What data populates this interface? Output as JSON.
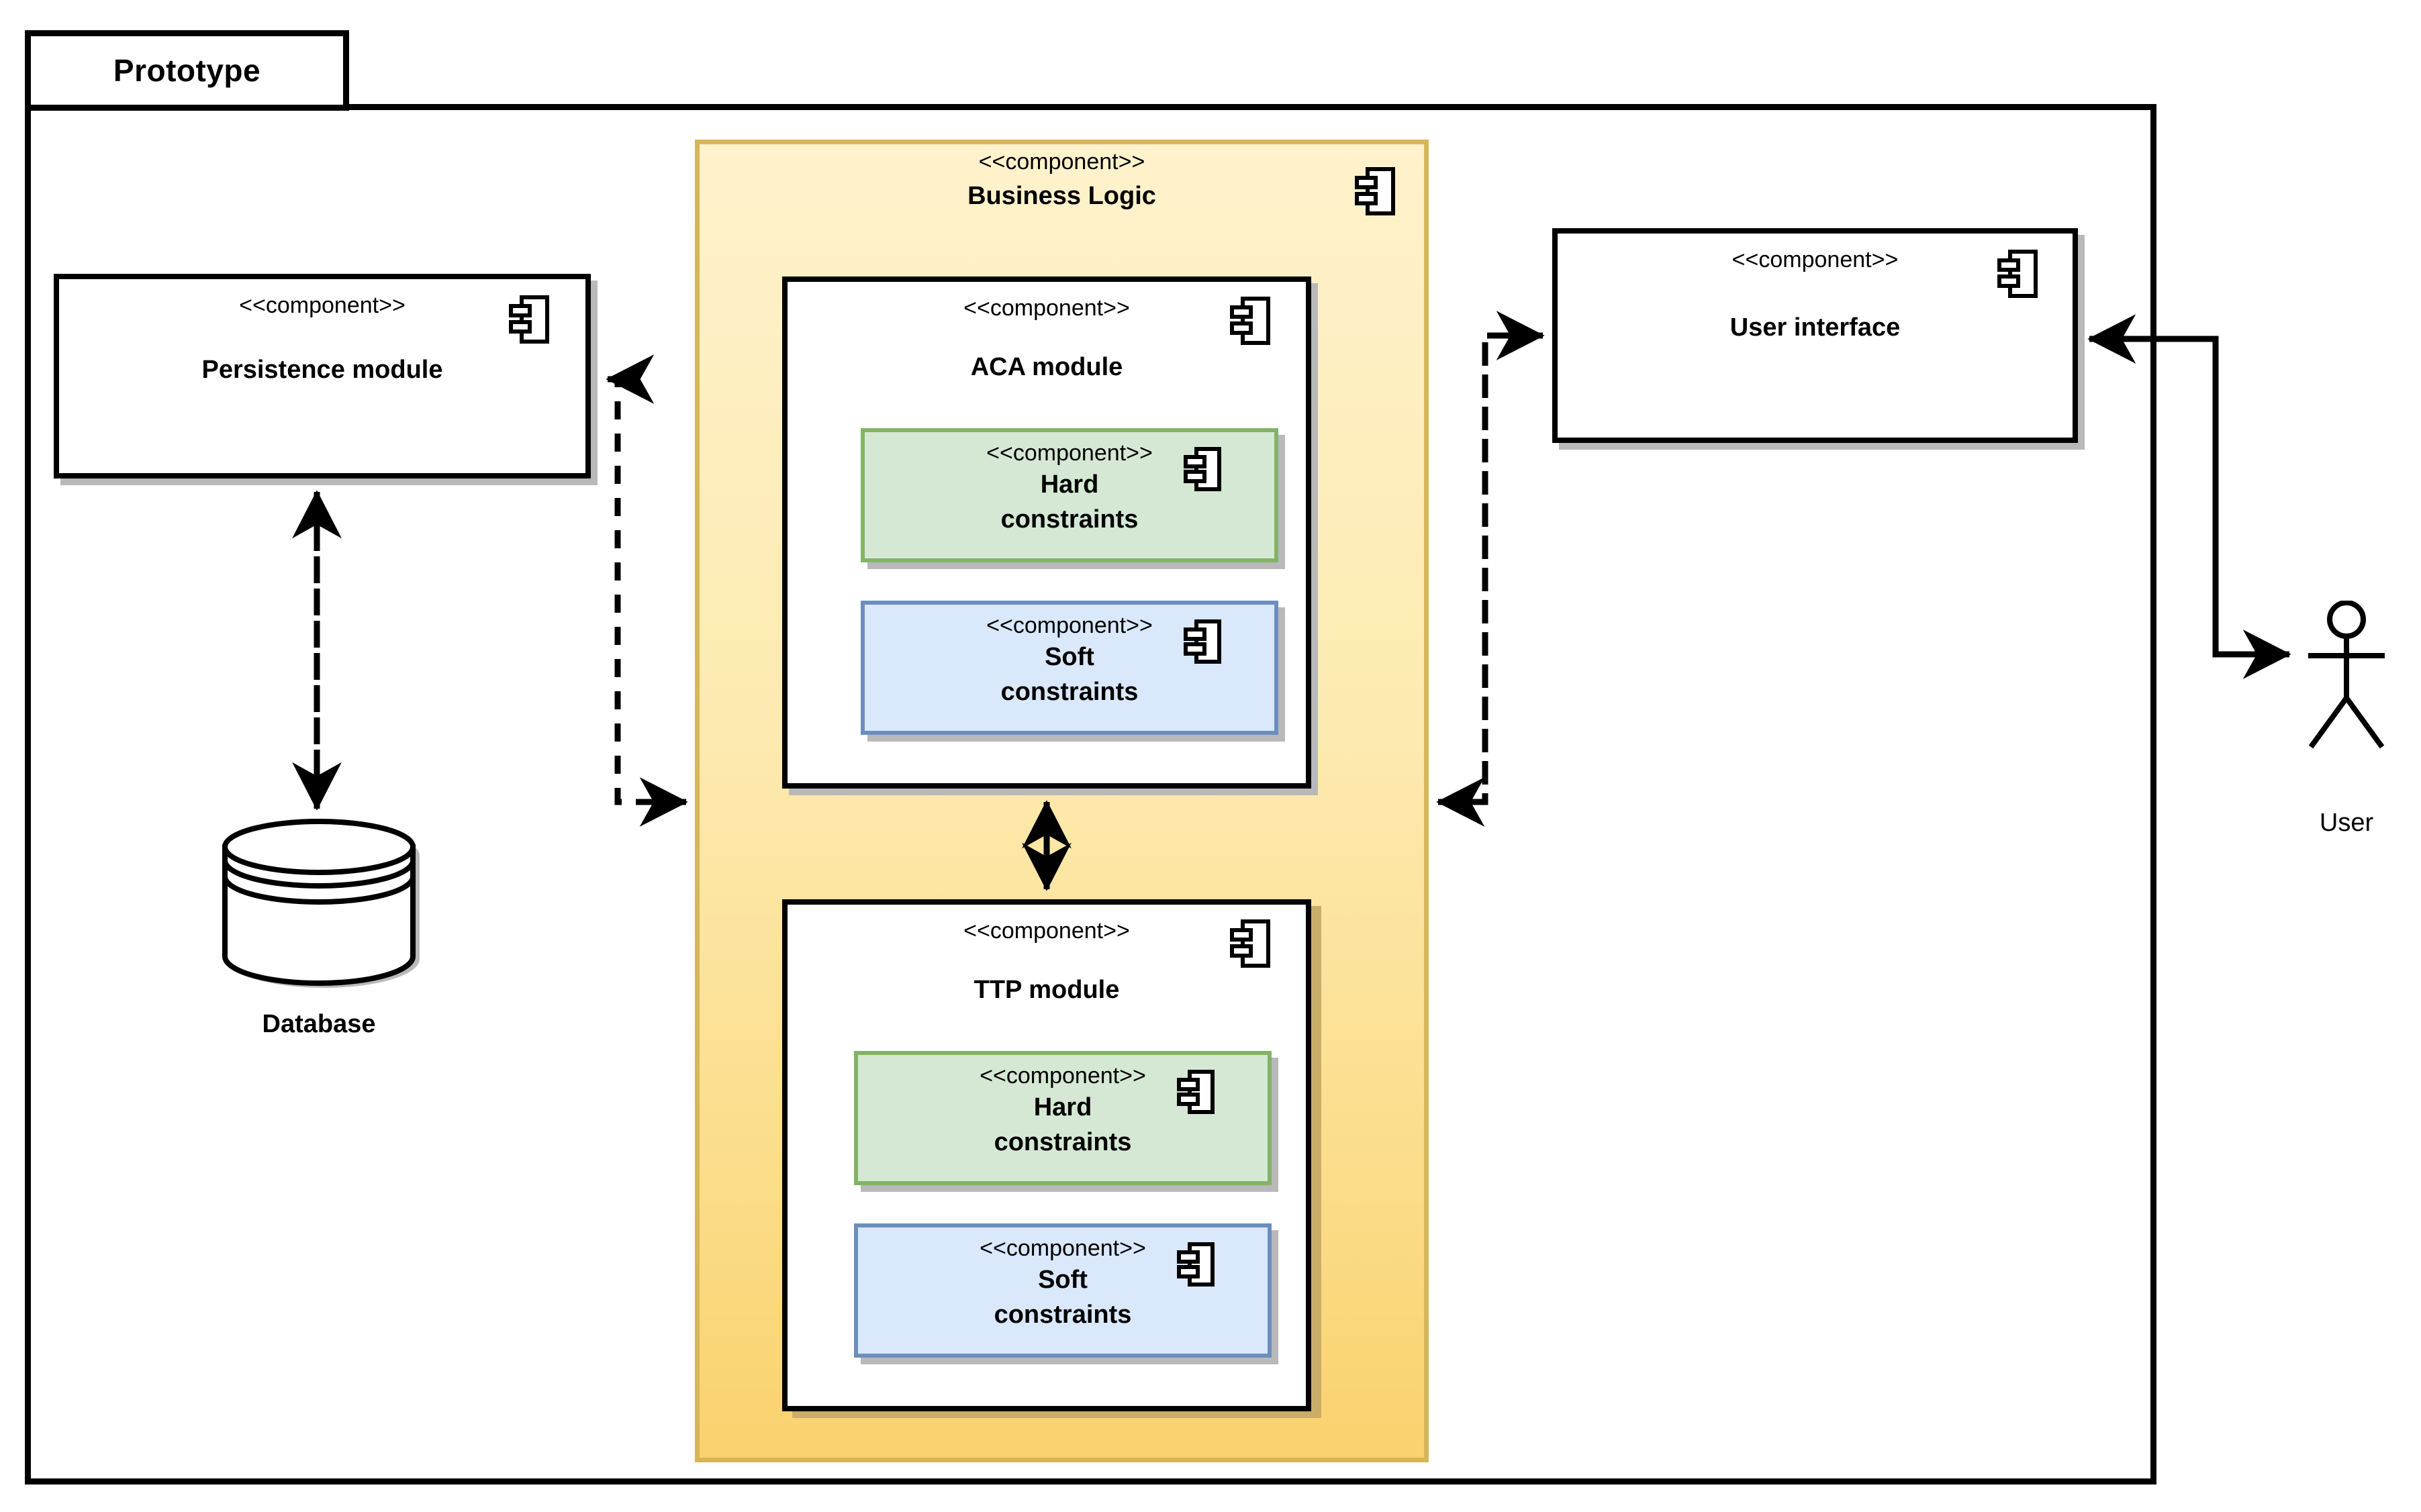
{
  "frame": {
    "title": "Prototype"
  },
  "stereotype": "<<component>>",
  "components": {
    "persistence": {
      "stereotype": "<<component>>",
      "name": "Persistence module",
      "icon": "component-icon"
    },
    "business_logic": {
      "stereotype": "<<component>>",
      "name": "Business Logic",
      "icon": "component-icon",
      "fill": "#fff2cc",
      "border": "#d6b656"
    },
    "aca": {
      "stereotype": "<<component>>",
      "name": "ACA module",
      "icon": "component-icon"
    },
    "aca_hard": {
      "stereotype": "<<component>>",
      "name_line1": "Hard",
      "name_line2": "constraints",
      "icon": "component-icon",
      "fill": "#d5e8d4",
      "border": "#82b366"
    },
    "aca_soft": {
      "stereotype": "<<component>>",
      "name_line1": "Soft",
      "name_line2": "constraints",
      "icon": "component-icon",
      "fill": "#dae8fc",
      "border": "#6c8ebf"
    },
    "ttp": {
      "stereotype": "<<component>>",
      "name": "TTP module",
      "icon": "component-icon"
    },
    "ttp_hard": {
      "stereotype": "<<component>>",
      "name_line1": "Hard",
      "name_line2": "constraints",
      "icon": "component-icon",
      "fill": "#d5e8d4",
      "border": "#82b366"
    },
    "ttp_soft": {
      "stereotype": "<<component>>",
      "name_line1": "Soft",
      "name_line2": "constraints",
      "icon": "component-icon",
      "fill": "#dae8fc",
      "border": "#6c8ebf"
    },
    "user_interface": {
      "stereotype": "<<component>>",
      "name": "User interface",
      "icon": "component-icon"
    }
  },
  "nodes": {
    "database": {
      "name": "Database",
      "icon": "database-cylinder-icon"
    },
    "user": {
      "name": "User",
      "icon": "actor-stick-figure-icon"
    }
  },
  "connectors": [
    {
      "id": "persistence-database",
      "from": "Persistence module",
      "to": "Database",
      "style": "dashed",
      "arrows": "both"
    },
    {
      "id": "persistence-business-logic",
      "from": "Persistence module",
      "to": "Business Logic",
      "style": "dashed",
      "arrows": "both"
    },
    {
      "id": "aca-ttp",
      "from": "ACA module",
      "to": "TTP module",
      "style": "dashed",
      "arrows": "both"
    },
    {
      "id": "business-logic-user-interface",
      "from": "Business Logic",
      "to": "User interface",
      "style": "dashed",
      "arrows": "both"
    },
    {
      "id": "user-interface-user",
      "from": "User interface",
      "to": "User",
      "style": "dashed",
      "arrows": "both"
    }
  ]
}
